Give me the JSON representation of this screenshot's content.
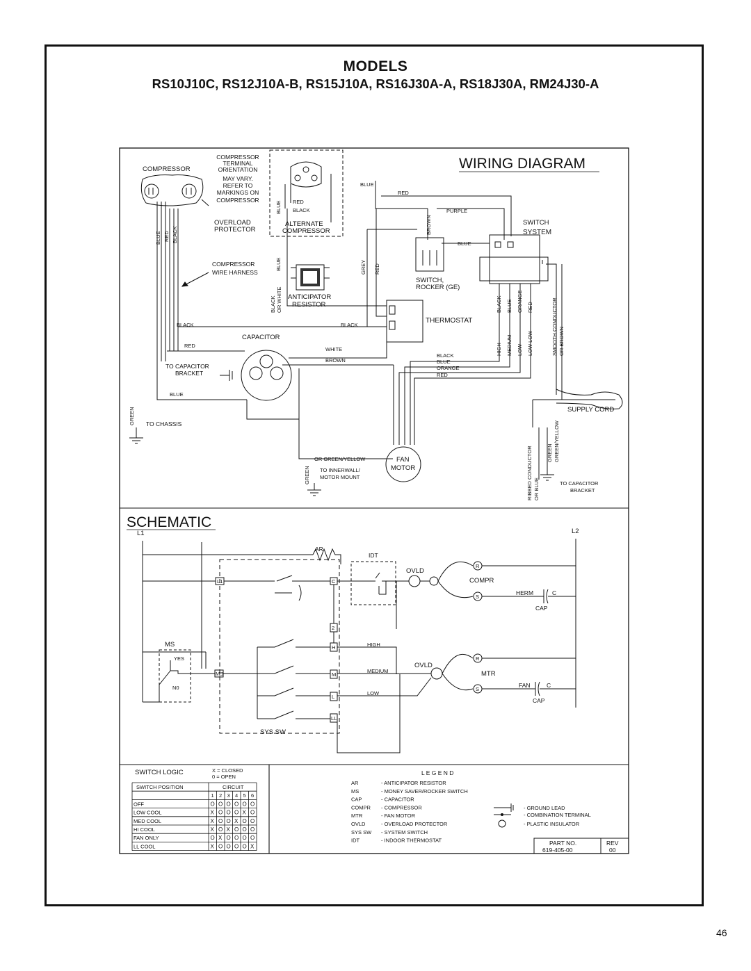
{
  "header": {
    "title": "MODELS",
    "models": "RS10J10C, RS12J10A-B, RS15J10A, RS16J30A-A, RS18J30A, RM24J30-A"
  },
  "page_number": "46",
  "wiring": {
    "title": "WIRING DIAGRAM",
    "compressor": "COMPRESSOR",
    "terminal_note": [
      "COMPRESSOR",
      "TERMINAL",
      "ORIENTATION",
      "MAY VARY.",
      "REFER TO",
      "MARKINGS ON",
      "COMPRESSOR"
    ],
    "overload": [
      "OVERLOAD",
      "PROTECTOR"
    ],
    "alternate": [
      "ALTERNATE",
      "COMPRESSOR"
    ],
    "harness": [
      "COMPRESSOR",
      "WIRE HARNESS"
    ],
    "anticipator": [
      "ANTICIPATOR",
      "RESISTOR"
    ],
    "capacitor": "CAPACITOR",
    "to_cap_bracket": [
      "TO CAPACITOR",
      "BRACKET"
    ],
    "to_chassis": "TO CHASSIS",
    "thermostat": "THERMOSTAT",
    "rocker": [
      "SWITCH,",
      "ROCKER (GE)"
    ],
    "switch_system": [
      "SWITCH",
      "SYSTEM"
    ],
    "supply_cord": "SUPPLY CORD",
    "fan_motor": [
      "FAN",
      "MOTOR"
    ],
    "inner_wall": [
      "OR GREEN/YELLOW",
      "TO INNERWALL/",
      "MOTOR MOUNT"
    ],
    "to_cap_bracket2": [
      "TO CAPACITOR",
      "BRACKET"
    ],
    "wire_colors": {
      "blue": "BLUE",
      "red": "RED",
      "black": "BLACK",
      "white": "WHITE",
      "brown": "BROWN",
      "grey": "GREY",
      "purple": "PURPLE",
      "orange": "ORANGE",
      "green": "GREEN",
      "black_or_white": "OR WHITE",
      "green_yellow": "GREEN/YELLOW",
      "or_blue": "OR BLUE",
      "ribbed": "RIBBED CONDUCTOR",
      "smooth": "SMOOTH CONDUCTOR",
      "or_brown": "OR BROWN"
    },
    "speed_labels": [
      "HIGH",
      "MEDIUM",
      "LOW",
      "LOW LOW"
    ],
    "cap_terms": [
      "C",
      "FAN",
      "HERM"
    ]
  },
  "schematic": {
    "title": "SCHEMATIC",
    "l1": "L1",
    "l2": "L2",
    "ar": "AR",
    "idt": "IDT",
    "ovld": "OVLD",
    "compr": "COMPR",
    "mtr": "MTR",
    "cap": "CAP",
    "herm": "HERM",
    "fan": "FAN",
    "c": "C",
    "r": "R",
    "s": "S",
    "ms": "MS",
    "yes": "YES",
    "no": "N0",
    "sys_sw": "SYS SW",
    "high": "HIGH",
    "medium": "MEDIUM",
    "low": "LOW",
    "terms": [
      "L1",
      "C",
      "2",
      "H",
      "M",
      "L",
      "LL",
      "MS"
    ]
  },
  "switch_logic": {
    "title": "SWITCH LOGIC",
    "key": [
      "X = CLOSED",
      "0 = OPEN"
    ],
    "col_header": "SWITCH POSITION",
    "circuit": "CIRCUIT",
    "circuits": [
      "1",
      "2",
      "3",
      "4",
      "5",
      "6"
    ],
    "rows": [
      {
        "name": "OFF",
        "vals": [
          "O",
          "O",
          "O",
          "O",
          "O",
          "O"
        ]
      },
      {
        "name": "LOW COOL",
        "vals": [
          "X",
          "O",
          "O",
          "O",
          "X",
          "O"
        ]
      },
      {
        "name": "MED COOL",
        "vals": [
          "X",
          "O",
          "O",
          "X",
          "O",
          "O"
        ]
      },
      {
        "name": "HI COOL",
        "vals": [
          "X",
          "O",
          "X",
          "O",
          "O",
          "O"
        ]
      },
      {
        "name": "FAN ONLY",
        "vals": [
          "O",
          "X",
          "O",
          "O",
          "O",
          "O"
        ]
      },
      {
        "name": "LL COOL",
        "vals": [
          "X",
          "O",
          "O",
          "O",
          "O",
          "X"
        ]
      }
    ]
  },
  "legend": {
    "title": "L E G E N D",
    "items": [
      {
        "abbr": "AR",
        "desc": "- ANTICIPATOR RESISTOR"
      },
      {
        "abbr": "MS",
        "desc": "- MONEY SAVER/ROCKER SWITCH"
      },
      {
        "abbr": "CAP",
        "desc": "- CAPACITOR"
      },
      {
        "abbr": "COMPR",
        "desc": "- COMPRESSOR"
      },
      {
        "abbr": "MTR",
        "desc": "- FAN MOTOR"
      },
      {
        "abbr": "OVLD",
        "desc": "- OVERLOAD PROTECTOR"
      },
      {
        "abbr": "SYS SW",
        "desc": "- SYSTEM SWITCH"
      },
      {
        "abbr": "IDT",
        "desc": "- INDOOR THERMOSTAT"
      }
    ],
    "symbols": [
      "- GROUND LEAD",
      "- COMBINATION TERMINAL",
      "- PLASTIC INSULATOR"
    ],
    "part_no_label": "PART NO.",
    "rev_label": "REV",
    "part_no": "619-405-00",
    "rev": "00"
  }
}
